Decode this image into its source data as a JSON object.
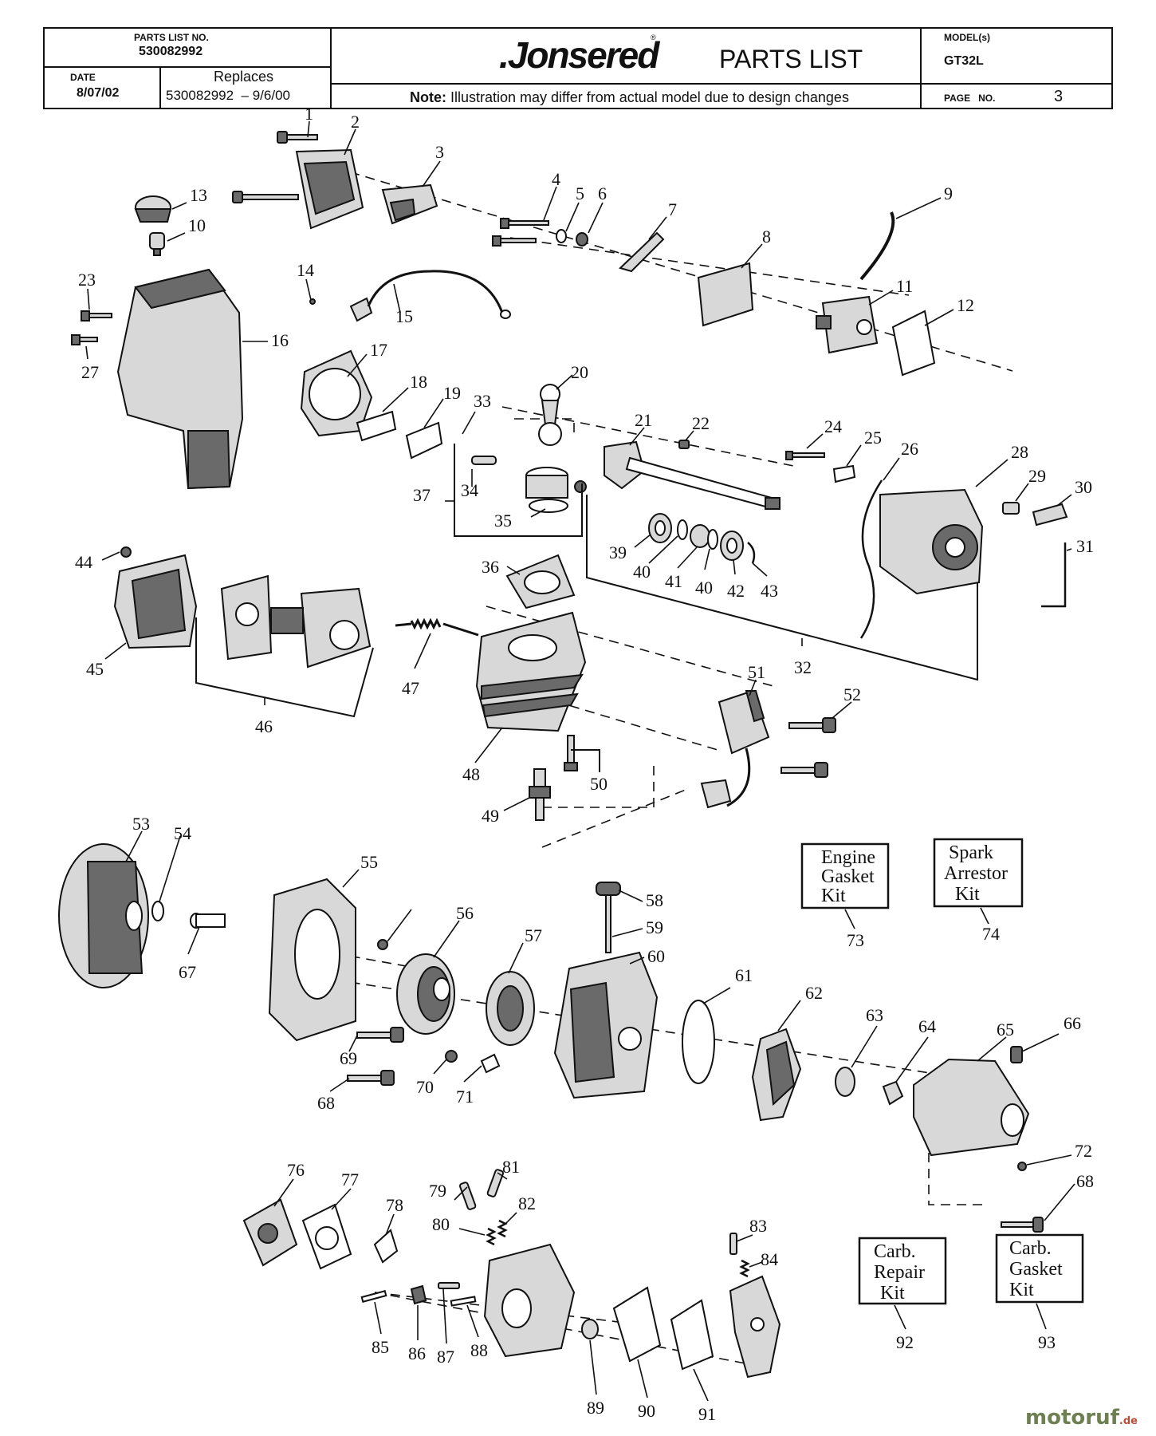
{
  "header": {
    "parts_list_no_label": "PARTS LIST NO.",
    "parts_list_no": "530082992",
    "date_label": "DATE",
    "date": "8/07/02",
    "replaces_label": "Replaces",
    "replaces": "530082992  – 9/6/00",
    "brand": ".Jonsered",
    "title": "PARTS LIST",
    "note_label": "Note:",
    "note_text": " Illustration may differ from actual model due to design changes",
    "model_label": "MODEL(s)",
    "model": "GT32L",
    "page_label": "PAGE   NO.",
    "page": "3"
  },
  "kits": [
    {
      "id": "73",
      "lines": [
        "Engine",
        "Gasket",
        "Kit"
      ]
    },
    {
      "id": "74",
      "lines": [
        "Spark",
        "Arrestor",
        "Kit"
      ]
    },
    {
      "id": "92",
      "lines": [
        "Carb.",
        "Repair",
        "Kit"
      ]
    },
    {
      "id": "93",
      "lines": [
        "Carb.",
        "Gasket",
        "Kit"
      ]
    }
  ],
  "callouts": [
    "1",
    "2",
    "3",
    "4",
    "5",
    "6",
    "7",
    "8",
    "9",
    "10",
    "11",
    "12",
    "13",
    "14",
    "15",
    "16",
    "17",
    "18",
    "19",
    "20",
    "21",
    "22",
    "23",
    "24",
    "25",
    "26",
    "27",
    "28",
    "29",
    "30",
    "31",
    "32",
    "33",
    "34",
    "35",
    "36",
    "37",
    "39",
    "40",
    "41",
    "40",
    "42",
    "43",
    "44",
    "45",
    "46",
    "47",
    "48",
    "49",
    "50",
    "51",
    "52",
    "53",
    "54",
    "55",
    "56",
    "57",
    "58",
    "59",
    "60",
    "61",
    "62",
    "63",
    "64",
    "65",
    "66",
    "67",
    "68",
    "69",
    "70",
    "71",
    "72",
    "68",
    "76",
    "77",
    "78",
    "79",
    "80",
    "81",
    "82",
    "83",
    "84",
    "85",
    "86",
    "87",
    "88",
    "89",
    "90",
    "91"
  ],
  "watermark": {
    "text": "motoruf",
    "suffix": ".de"
  }
}
